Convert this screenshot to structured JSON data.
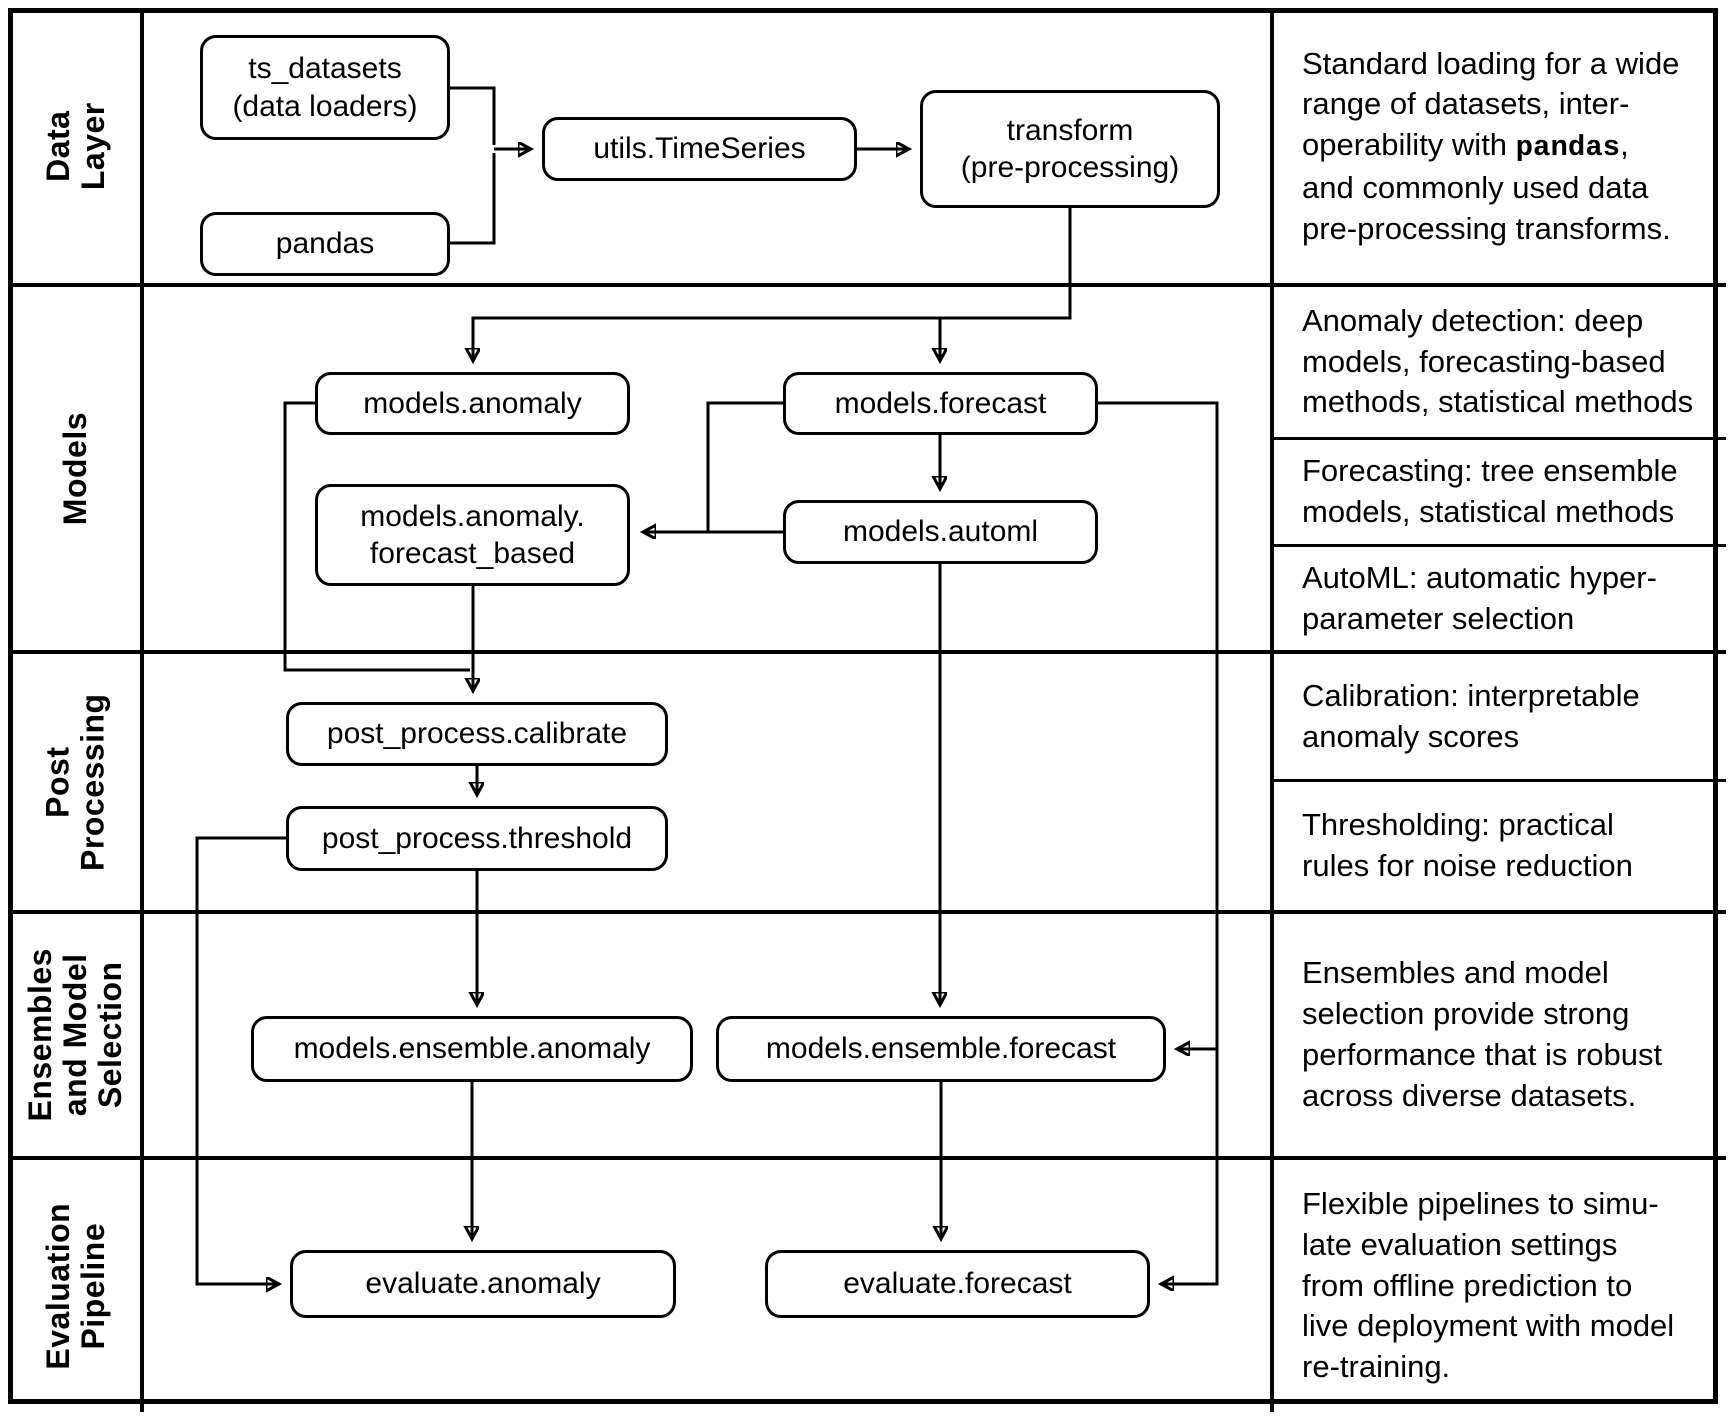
{
  "left_labels": [
    "Data Layer",
    "Models",
    "Post\nProcessing",
    "Ensembles\nand Model\nSelection",
    "Evaluation\nPipeline"
  ],
  "nodes": {
    "ts_datasets": {
      "label": "ts_datasets\n(data loaders)"
    },
    "pandas": {
      "label": "pandas"
    },
    "utils_timeseries": {
      "label": "utils.TimeSeries"
    },
    "transform": {
      "label": "transform\n(pre-processing)"
    },
    "models_anomaly": {
      "label": "models.anomaly"
    },
    "models_forecast": {
      "label": "models.forecast"
    },
    "forecast_based": {
      "label": "models.anomaly.\nforecast_based"
    },
    "models_automl": {
      "label": "models.automl"
    },
    "calibrate": {
      "label": "post_process.calibrate"
    },
    "threshold": {
      "label": "post_process.threshold"
    },
    "ensemble_anomaly": {
      "label": "models.ensemble.anomaly"
    },
    "ensemble_forecast": {
      "label": "models.ensemble.forecast"
    },
    "evaluate_anomaly": {
      "label": "evaluate.anomaly"
    },
    "evaluate_forecast": {
      "label": "evaluate.forecast"
    }
  },
  "descriptions": {
    "data_layer": {
      "part1": "Standard loading for a wide\nrange of datasets, inter-\noperability with ",
      "mono": "pandas",
      "part2": ",\nand commonly used data\npre-processing transforms."
    },
    "anomaly_detection": "Anomaly detection: deep\nmodels, forecasting-based\nmethods, statistical methods",
    "forecasting": "Forecasting: tree ensemble\nmodels, statistical methods",
    "automl": "AutoML: automatic hyper-\nparameter selection",
    "calibration": "Calibration: interpretable\nanomaly scores",
    "thresholding": "Thresholding: practical\nrules for noise reduction",
    "ensembles": "Ensembles and model\nselection provide strong\nperformance that is robust\nacross diverse datasets.",
    "evaluation": "Flexible pipelines to simu-\nlate evaluation settings\nfrom offline prediction to\nlive deployment with model\nre-training."
  },
  "edges": [
    {
      "from": "ts_datasets",
      "to": "utils.TimeSeries"
    },
    {
      "from": "pandas",
      "to": "utils.TimeSeries"
    },
    {
      "from": "utils.TimeSeries",
      "to": "transform"
    },
    {
      "from": "transform",
      "to": "models.anomaly"
    },
    {
      "from": "transform",
      "to": "models.forecast"
    },
    {
      "from": "models.forecast",
      "to": "models.automl"
    },
    {
      "from": "models.forecast",
      "to": "models.anomaly.forecast_based"
    },
    {
      "from": "models.automl",
      "to": "models.anomaly.forecast_based"
    },
    {
      "from": "models.anomaly",
      "to": "post_process.calibrate"
    },
    {
      "from": "models.anomaly.forecast_based",
      "to": "post_process.calibrate"
    },
    {
      "from": "post_process.calibrate",
      "to": "post_process.threshold"
    },
    {
      "from": "post_process.threshold",
      "to": "models.ensemble.anomaly"
    },
    {
      "from": "post_process.threshold",
      "to": "evaluate.anomaly"
    },
    {
      "from": "models.automl",
      "to": "models.ensemble.forecast"
    },
    {
      "from": "models.forecast",
      "to": "models.ensemble.forecast"
    },
    {
      "from": "models.forecast",
      "to": "evaluate.forecast"
    },
    {
      "from": "models.ensemble.anomaly",
      "to": "evaluate.anomaly"
    },
    {
      "from": "models.ensemble.forecast",
      "to": "evaluate.forecast"
    }
  ]
}
